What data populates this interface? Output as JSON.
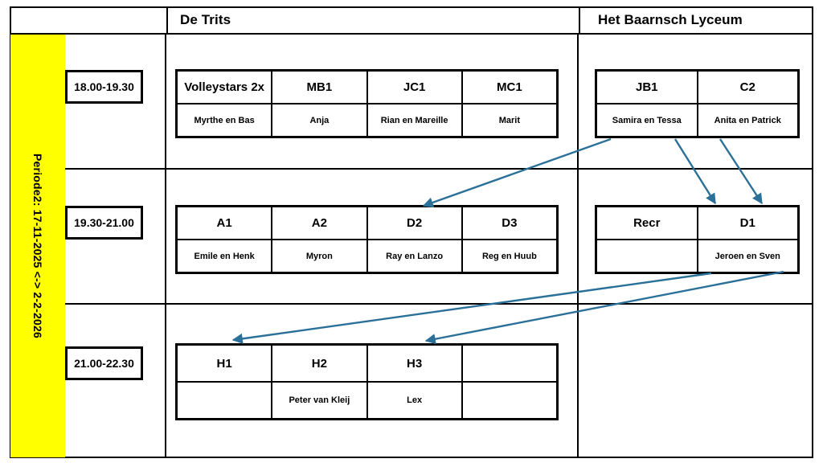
{
  "period": {
    "label": "Periode2: 17-11-2025 <-> 2-2-2026",
    "highlight_color": "#FFFF00"
  },
  "header": {
    "blank_label": "",
    "locations": [
      {
        "name": "De Trits"
      },
      {
        "name": "Het Baarnsch Lyceum"
      }
    ]
  },
  "arrow_color": "#2A7099",
  "rows": [
    {
      "time": "18.00-19.30",
      "trits": [
        {
          "group": "Volleystars 2x",
          "coaches": "Myrthe en Bas"
        },
        {
          "group": "MB1",
          "coaches": "Anja"
        },
        {
          "group": "JC1",
          "coaches": "Rian en Mareille"
        },
        {
          "group": "MC1",
          "coaches": "Marit"
        }
      ],
      "baarnsch": [
        {
          "group": "JB1",
          "coaches": "Samira en Tessa"
        },
        {
          "group": "C2",
          "coaches": "Anita en Patrick"
        }
      ]
    },
    {
      "time": "19.30-21.00",
      "trits": [
        {
          "group": "A1",
          "coaches": "Emile en Henk"
        },
        {
          "group": "A2",
          "coaches": "Myron"
        },
        {
          "group": "D2",
          "coaches": "Ray en Lanzo"
        },
        {
          "group": "D3",
          "coaches": "Reg en Huub"
        }
      ],
      "baarnsch": [
        {
          "group": "Recr",
          "coaches": ""
        },
        {
          "group": "D1",
          "coaches": "Jeroen en Sven"
        }
      ]
    },
    {
      "time": "21.00-22.30",
      "trits": [
        {
          "group": "H1",
          "coaches": ""
        },
        {
          "group": "H2",
          "coaches": "Peter van Kleij"
        },
        {
          "group": "H3",
          "coaches": "Lex"
        },
        {
          "group": "",
          "coaches": ""
        }
      ],
      "baarnsch": []
    }
  ],
  "connections": [
    {
      "from": "JB1",
      "to": "D2"
    },
    {
      "from": "JB1",
      "to": "D1"
    },
    {
      "from": "C2",
      "to": "D1"
    },
    {
      "from": "D1",
      "to": "H1"
    },
    {
      "from": "D1",
      "to": "H3"
    }
  ]
}
